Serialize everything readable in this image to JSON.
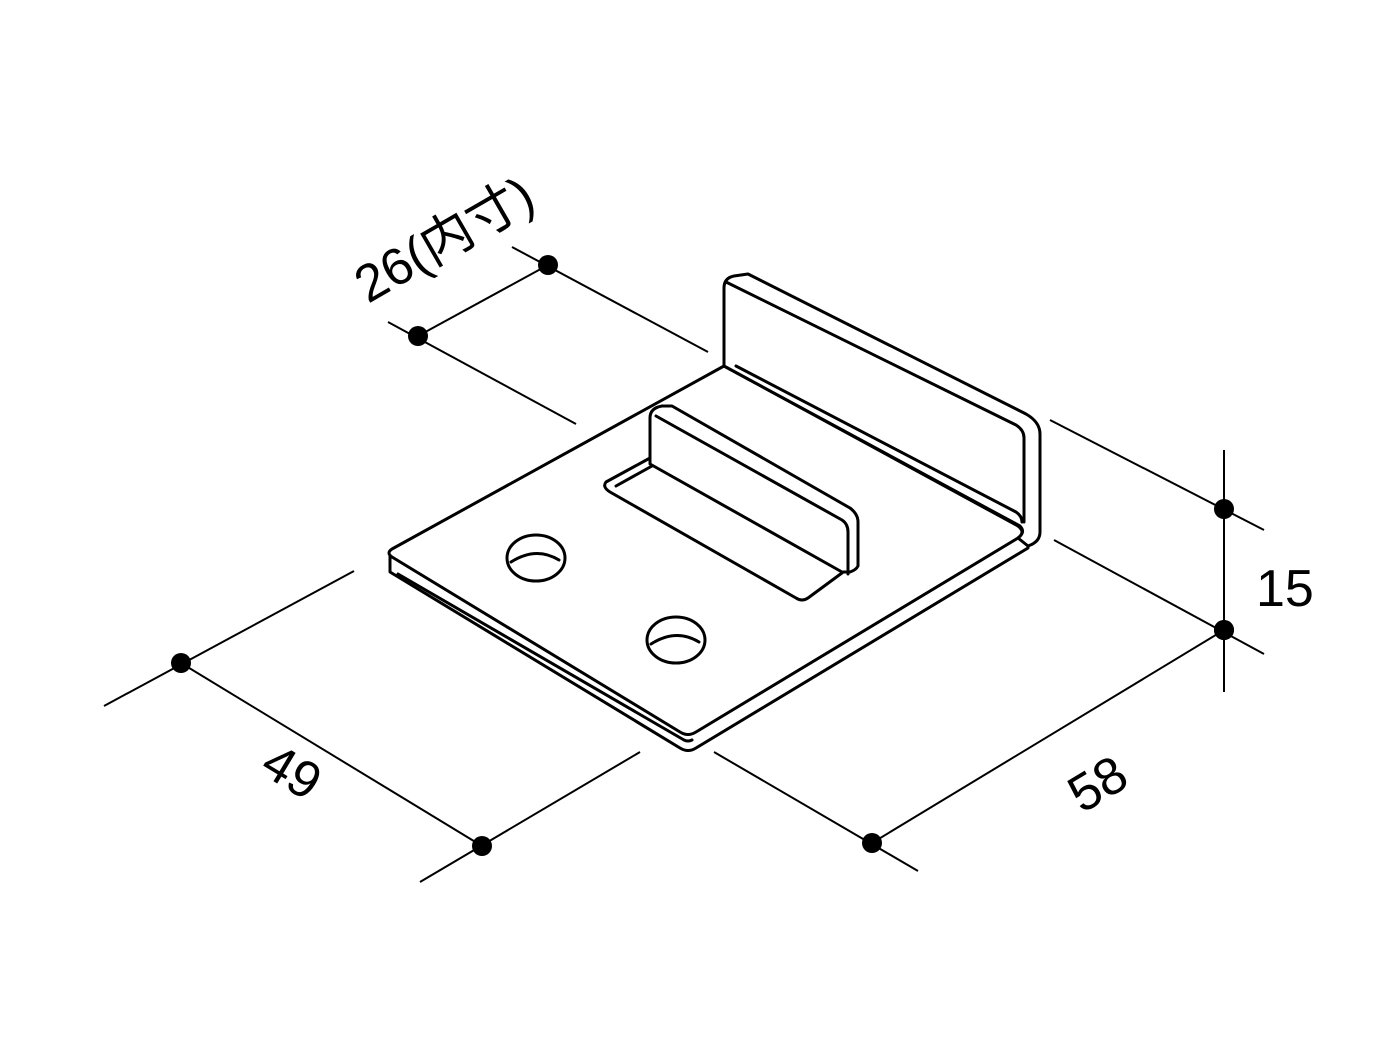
{
  "dimensions": {
    "inner_width": "26(内寸)",
    "depth": "49",
    "length": "58",
    "height": "15"
  }
}
